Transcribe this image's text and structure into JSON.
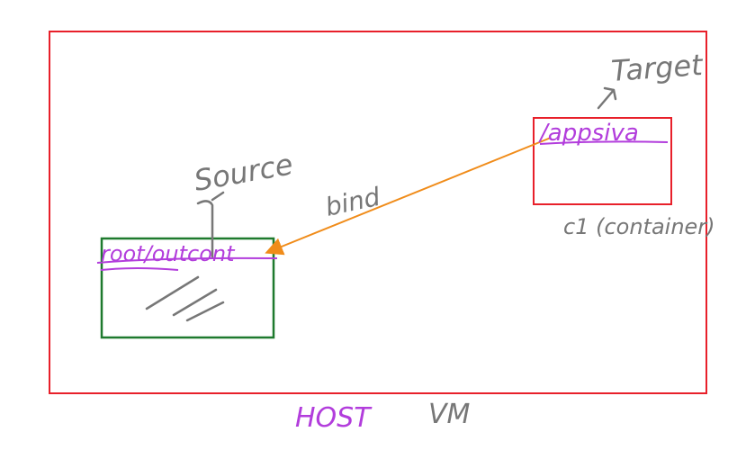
{
  "labels": {
    "source": "Source",
    "target": "Target",
    "bind": "bind",
    "host_path": "root/outcont",
    "container_path": "/appsiva",
    "container_label": "c1 (container)",
    "host": "HOST",
    "vm": "VM"
  },
  "colors": {
    "host_box": "#e8202a",
    "container_box": "#e8202a",
    "host_dir_box": "#1e7a2e",
    "purple_text": "#b23ddc",
    "gray_text": "#777777",
    "arrow": "#f08c1a"
  }
}
